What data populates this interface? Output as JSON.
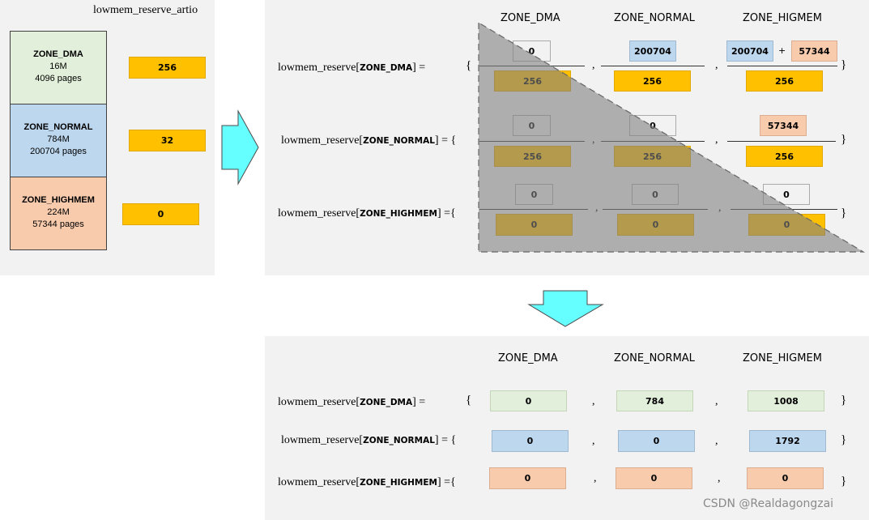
{
  "ratio_title": "lowmem_reserve_artio",
  "zones": [
    {
      "name": "ZONE_DMA",
      "size": "16M",
      "pages": "4096 pages",
      "ratio": "256",
      "color": "#e2efda"
    },
    {
      "name": "ZONE_NORMAL",
      "size": "784M",
      "pages": "200704 pages",
      "ratio": "32",
      "color": "#bdd7ee"
    },
    {
      "name": "ZONE_HIGHMEM",
      "size": "224M",
      "pages": "57344 pages",
      "ratio": "0",
      "color": "#f8cbad"
    }
  ],
  "columns": [
    "ZONE_DMA",
    "ZONE_NORMAL",
    "ZONE_HIGMEM"
  ],
  "eq_prefix": "lowmem_reserve[",
  "eq_rows": [
    {
      "zone": "ZONE_DMA",
      "suffix": "] ="
    },
    {
      "zone": "ZONE_NORMAL",
      "suffix": "] = {"
    },
    {
      "zone": "ZONE_HIGHMEM",
      "suffix": "] ={"
    }
  ],
  "open_brace": "{",
  "close_brace": "}",
  "comma": ",",
  "plus": "+",
  "matrix": {
    "row0": {
      "num": [
        "0",
        "200704",
        "200704",
        "57344"
      ],
      "den": [
        "256",
        "256",
        "256"
      ]
    },
    "row1": {
      "num": [
        "0",
        "0",
        "57344"
      ],
      "den": [
        "256",
        "256",
        "256"
      ]
    },
    "row2": {
      "num": [
        "0",
        "0",
        "0"
      ],
      "den": [
        "0",
        "0",
        "0"
      ]
    }
  },
  "result": [
    [
      "0",
      "784",
      "1008"
    ],
    [
      "0",
      "0",
      "1792"
    ],
    [
      "0",
      "0",
      "0"
    ]
  ],
  "colors": {
    "yellow": "#ffc000",
    "arrow": "#66ffff",
    "triangle": "#808080"
  },
  "watermark": "CSDN @Realdagongzai"
}
